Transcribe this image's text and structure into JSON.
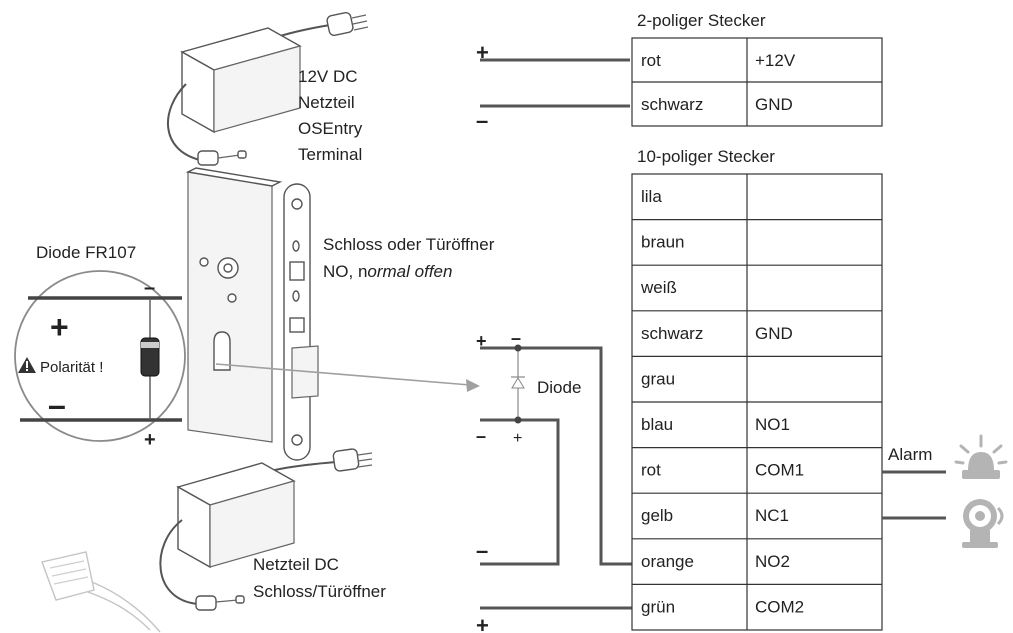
{
  "colors": {
    "wire": "#555555",
    "line_grey": "#a0a0a0",
    "icon_grey": "#b4b4b4",
    "text": "#222222"
  },
  "psu_top": {
    "lines": [
      "12V DC",
      "Netzteil",
      "OSEntry",
      "Terminal"
    ]
  },
  "psu_bottom": {
    "lines": [
      "Netzteil DC",
      "Schloss/Türöffner"
    ]
  },
  "lock": {
    "line1": "Schloss oder Türöffner",
    "line2_normal": "NO, n",
    "line2_italic": "ormal offen"
  },
  "diode_detail": {
    "title": "Diode FR107",
    "plus_sign": "+",
    "minus_sign": "–",
    "top_terminal": "–",
    "bottom_terminal": "+",
    "warning": "Polarität !",
    "warning_icon": "warning-triangle-icon"
  },
  "diode_circuit": {
    "label": "Diode",
    "top_left": "+",
    "top_right": "–",
    "bottom_left": "–",
    "bottom_right": "+"
  },
  "supply_signs": {
    "top_plus": "+",
    "top_minus": "–",
    "lock_minus": "–",
    "lock_plus": "+"
  },
  "connector_2pin": {
    "title": "2-poliger Stecker",
    "rows": [
      {
        "color": "rot",
        "signal": "+12V"
      },
      {
        "color": "schwarz",
        "signal": "GND"
      }
    ]
  },
  "connector_10pin": {
    "title": "10-poliger Stecker",
    "rows": [
      {
        "color": "lila",
        "signal": ""
      },
      {
        "color": "braun",
        "signal": ""
      },
      {
        "color": "weiß",
        "signal": ""
      },
      {
        "color": "schwarz",
        "signal": "GND"
      },
      {
        "color": "grau",
        "signal": ""
      },
      {
        "color": "blau",
        "signal": "NO1"
      },
      {
        "color": "rot",
        "signal": "COM1"
      },
      {
        "color": "gelb",
        "signal": "NC1"
      },
      {
        "color": "orange",
        "signal": "NO2"
      },
      {
        "color": "grün",
        "signal": "COM2"
      }
    ]
  },
  "alarm": {
    "label": "Alarm",
    "beacon_icon": "alarm-beacon-icon",
    "bell_icon": "bell-icon"
  }
}
